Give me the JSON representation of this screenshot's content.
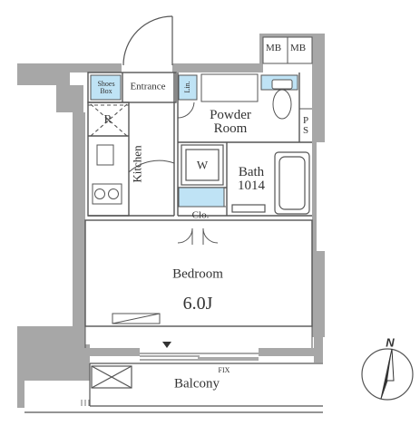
{
  "rooms": {
    "mb1": "MB",
    "mb2": "MB",
    "shoes_box_line1": "Shoes",
    "shoes_box_line2": "Box",
    "entrance": "Entrance",
    "linen": "Lin.",
    "refrigerator": "R",
    "powder_room_line1": "Powder",
    "powder_room_line2": "Room",
    "ps_line1": "P",
    "ps_line2": "S",
    "kitchen": "Kitchen",
    "washer": "W",
    "bath_line1": "Bath",
    "bath_line2": "1014",
    "closet": "Clo.",
    "bedroom": "Bedroom",
    "bedroom_size": "6.0J",
    "fix": "FIX",
    "balcony": "Balcony",
    "north": "N"
  },
  "colors": {
    "wall": "#a7a7a7",
    "line": "#555555",
    "fixture_blue": "#bfe3f5"
  }
}
